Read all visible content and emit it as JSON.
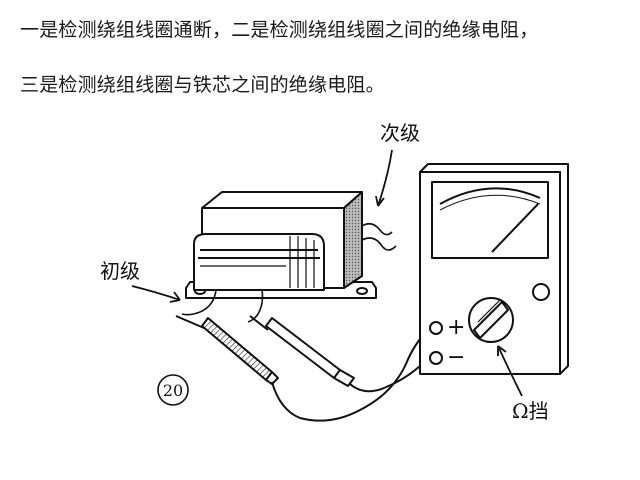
{
  "text": {
    "line1": "一是检测绕组线圈通断，二是检测绕组线圈之间的绝缘电阻，",
    "line2": "三是检测绕组线圈与铁芯之间的绝缘电阻。"
  },
  "diagram": {
    "label_secondary": "次级",
    "label_primary": "初级",
    "label_ohm_range": "Ω挡",
    "label_figure_number": "20",
    "terminal_plus": "+",
    "terminal_minus": "−"
  }
}
